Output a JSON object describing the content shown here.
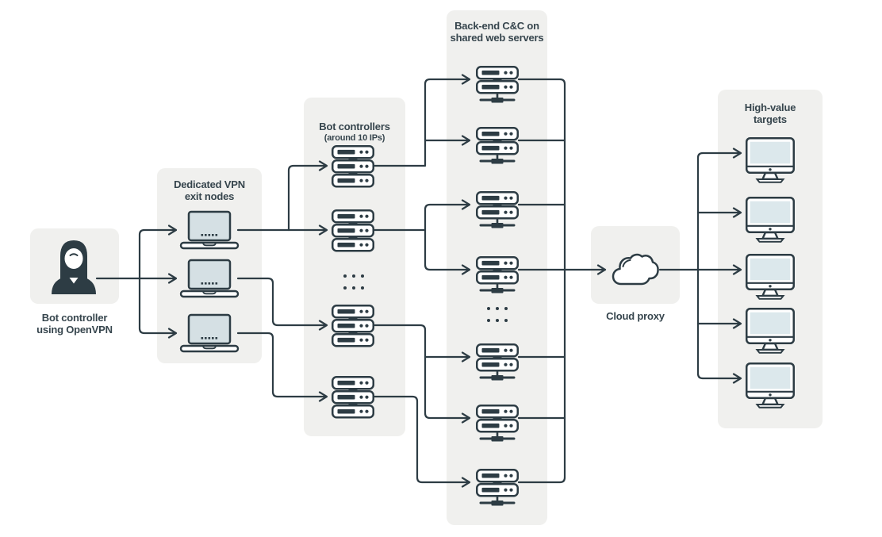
{
  "colors": {
    "panel": "#f0f0ee",
    "line": "#2d3c44",
    "laptop_screen": "#d5e0e4",
    "monitor_screen": "#dce8ec",
    "text": "#36454d"
  },
  "nodes": {
    "bot_controller": {
      "label": "Bot controller\nusing OpenVPN",
      "count": 1
    },
    "vpn_exit_nodes": {
      "label": "Dedicated VPN\nexit nodes",
      "count": 3
    },
    "bot_controllers": {
      "label": "Bot controllers",
      "sublabel": "(around 10 IPs)",
      "count": 4,
      "has_more_indicator": true
    },
    "backend_cnc": {
      "label": "Back-end C&C on\nshared web servers",
      "count": 7,
      "has_more_indicator": true
    },
    "cloud_proxy": {
      "label": "Cloud proxy",
      "count": 1
    },
    "high_value_targets": {
      "label": "High-value\ntargets",
      "count": 5
    }
  }
}
